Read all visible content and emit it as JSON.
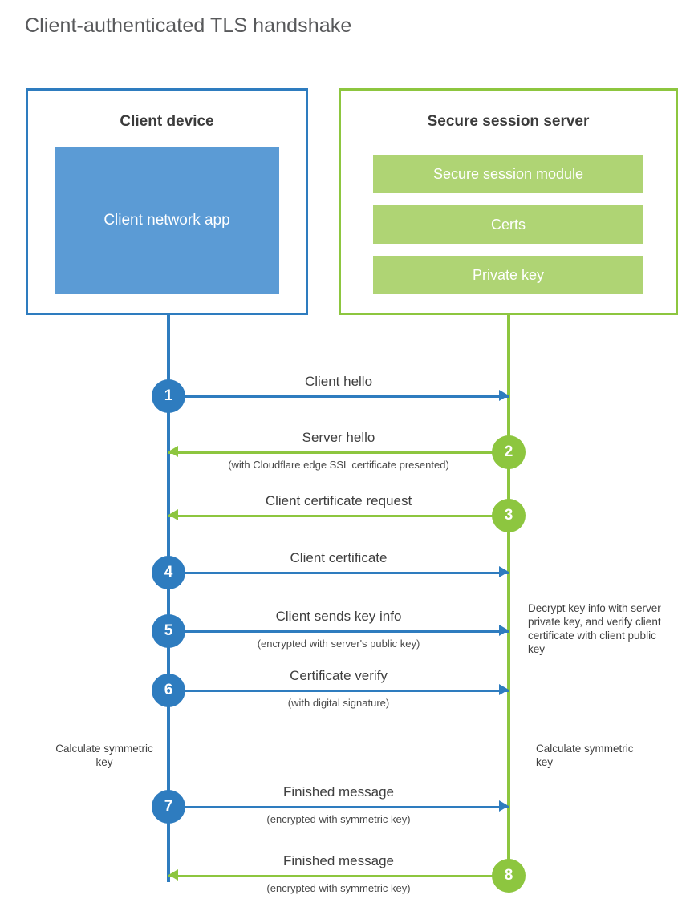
{
  "title": "Client-authenticated TLS handshake",
  "colors": {
    "blue_stroke": "#2E7CBF",
    "blue_fill": "#5B9BD5",
    "green_stroke": "#8DC63F",
    "green_fill": "#AFD474",
    "title_text": "#58595B",
    "body_text": "#3F3F3F",
    "background": "#FFFFFF"
  },
  "actors": {
    "client": {
      "title": "Client device",
      "app_label": "Client network app"
    },
    "server": {
      "title": "Secure session server",
      "bars": [
        "Secure session module",
        "Certs",
        "Private key"
      ]
    }
  },
  "steps": [
    {
      "number": "1",
      "label": "Client hello",
      "sub": "",
      "direction": "client-to-server",
      "color": "blue"
    },
    {
      "number": "2",
      "label": "Server hello",
      "sub": "(with Cloudflare edge SSL certificate presented)",
      "direction": "server-to-client",
      "color": "green"
    },
    {
      "number": "3",
      "label": "Client certificate request",
      "sub": "",
      "direction": "server-to-client",
      "color": "green"
    },
    {
      "number": "4",
      "label": "Client certificate",
      "sub": "",
      "direction": "client-to-server",
      "color": "blue"
    },
    {
      "number": "5",
      "label": "Client sends key info",
      "sub": "(encrypted with server's public key)",
      "direction": "client-to-server",
      "color": "blue"
    },
    {
      "number": "6",
      "label": "Certificate verify",
      "sub": "(with digital signature)",
      "direction": "client-to-server",
      "color": "blue"
    },
    {
      "number": "7",
      "label": "Finished message",
      "sub": "(encrypted with symmetric key)",
      "direction": "client-to-server",
      "color": "blue"
    },
    {
      "number": "8",
      "label": "Finished message",
      "sub": "(encrypted with symmetric key)",
      "direction": "server-to-client",
      "color": "green"
    }
  ],
  "notes": {
    "decrypt": "Decrypt key info with server private key, and verify client certificate with client public key",
    "calculate_client": "Calculate symmetric key",
    "calculate_server": "Calculate symmetric key"
  }
}
